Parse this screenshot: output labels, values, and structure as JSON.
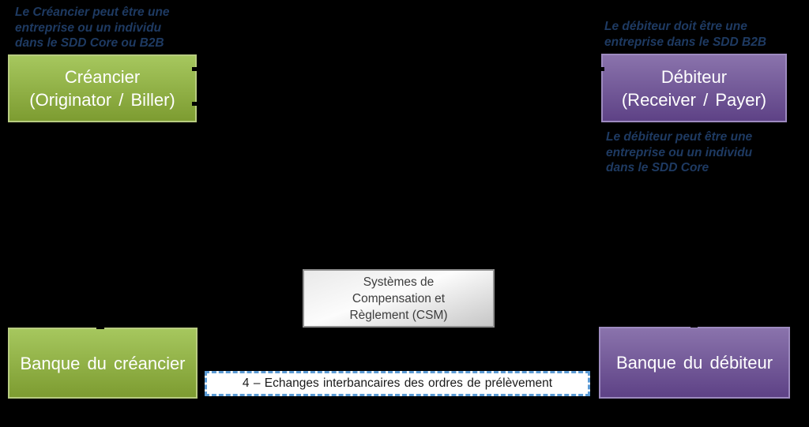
{
  "colors": {
    "background": "#000000",
    "note-text": "#1e3a62",
    "green-top": "#a6c75e",
    "green-bottom": "#7d9c31",
    "green-border": "#b8cc80",
    "purple-top": "#8a73ac",
    "purple-bottom": "#5e4286",
    "purple-border": "#9d8abf",
    "box-text": "#ffffff",
    "csm-top": "#e9e9e9",
    "csm-mid": "#fcfcfc",
    "csm-bottom": "#c6c6c6",
    "csm-border": "#8f8f8f",
    "csm-text": "#3d3d3d",
    "flow-border": "#5b9bd5",
    "flow-bg": "#ffffff",
    "flow-text": "#1a1a1a"
  },
  "notes": {
    "creancier_top": {
      "lines": [
        "Le Créancier peut être une",
        "entreprise ou un individu",
        "dans le SDD Core ou B2B"
      ]
    },
    "debiteur_top": {
      "lines": [
        "Le débiteur doit être une",
        "entreprise dans le SDD B2B"
      ]
    },
    "debiteur_bottom": {
      "lines": [
        "Le débiteur peut être une",
        "entreprise ou un individu",
        "dans le SDD Core"
      ]
    }
  },
  "boxes": {
    "creancier": {
      "lines": [
        "Créancier",
        "(Originator / Biller)"
      ]
    },
    "debiteur": {
      "lines": [
        "Débiteur",
        "(Receiver / Payer)"
      ]
    },
    "csm": {
      "lines": [
        "Systèmes de",
        "Compensation et",
        "Règlement (CSM)"
      ]
    },
    "banque_creancier": {
      "label": "Banque du créancier"
    },
    "banque_debiteur": {
      "label": "Banque du débiteur"
    },
    "flow_step4": {
      "label": "4 – Echanges interbancaires des ordres de prélèvement"
    }
  }
}
